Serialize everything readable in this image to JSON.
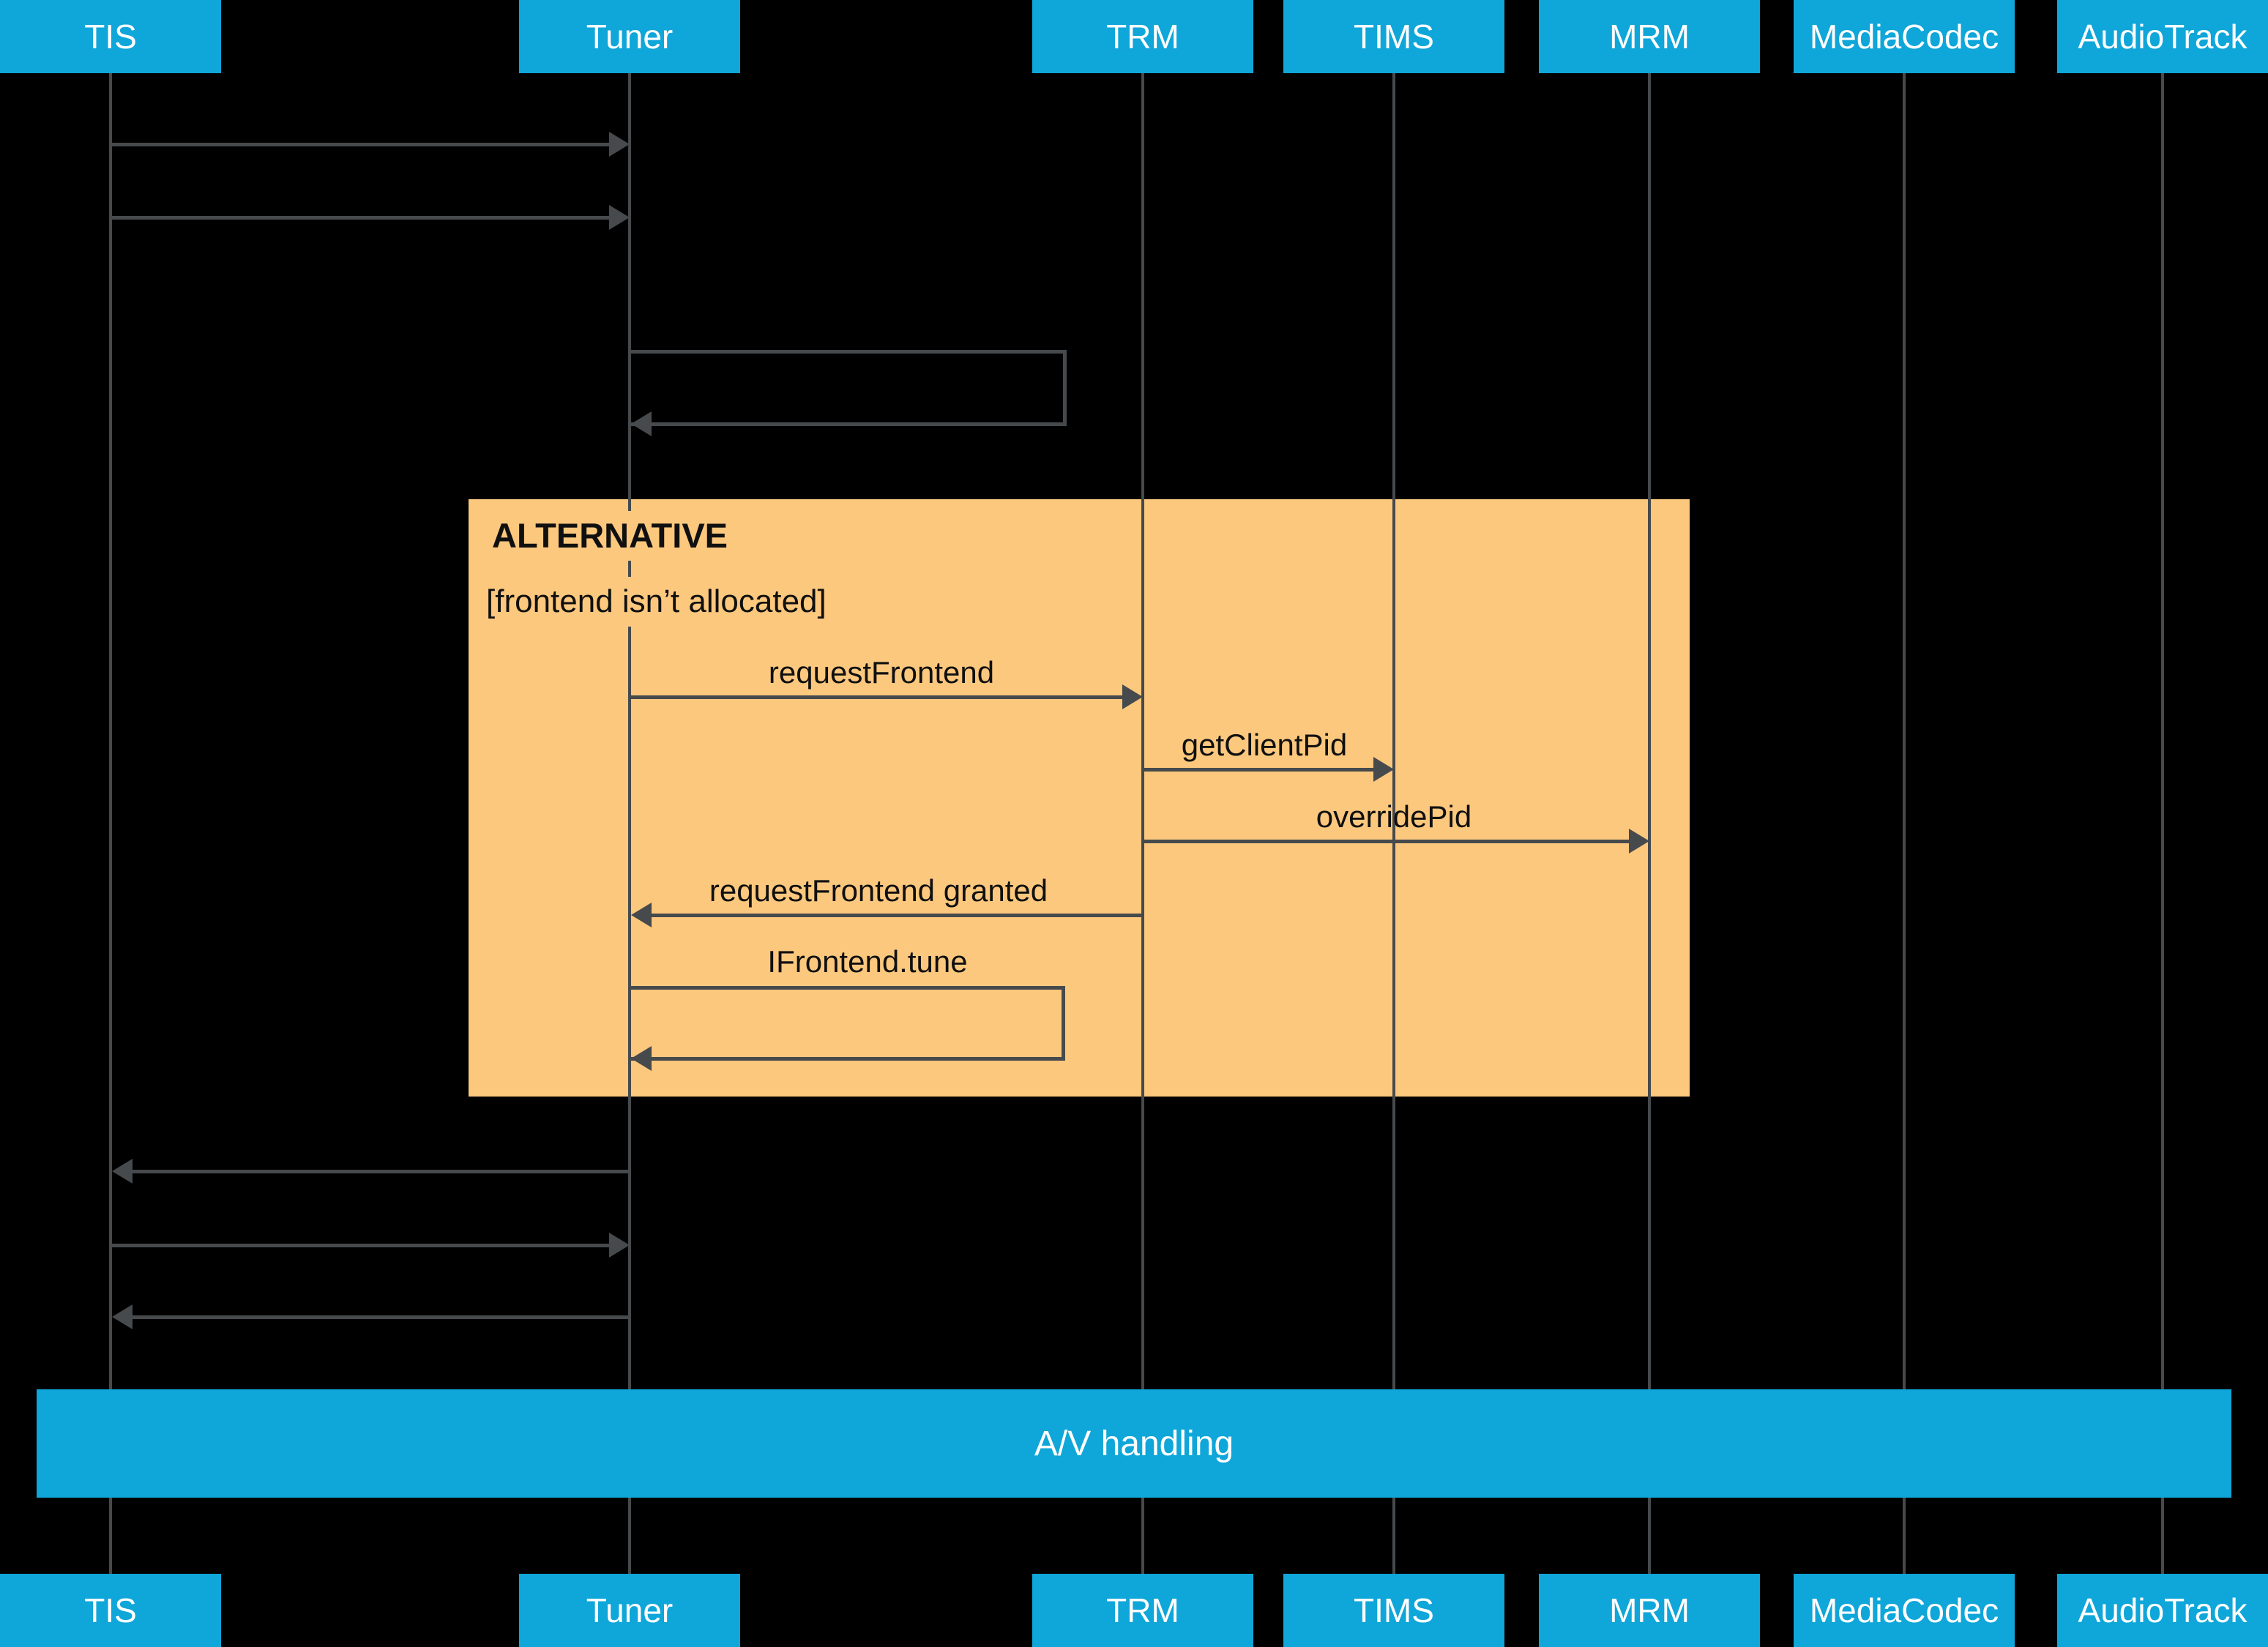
{
  "participants": [
    {
      "name": "TIS"
    },
    {
      "name": "Tuner"
    },
    {
      "name": "TRM"
    },
    {
      "name": "TIMS"
    },
    {
      "name": "MRM"
    },
    {
      "name": "MediaCodec"
    },
    {
      "name": "AudioTrack"
    }
  ],
  "fragment": {
    "operator": "ALTERNATIVE",
    "guard": "[frontend isn’t allocated]"
  },
  "messages": [
    {
      "from": "TIS",
      "to": "Tuner",
      "label": "",
      "kind": "arrow"
    },
    {
      "from": "TIS",
      "to": "Tuner",
      "label": "",
      "kind": "arrow"
    },
    {
      "from": "Tuner",
      "to": "Tuner",
      "label": "",
      "kind": "self"
    },
    {
      "from": "Tuner",
      "to": "TRM",
      "label": "requestFrontend",
      "kind": "arrow"
    },
    {
      "from": "TRM",
      "to": "TIMS",
      "label": "getClientPid",
      "kind": "arrow"
    },
    {
      "from": "TRM",
      "to": "MRM",
      "label": "overridePid",
      "kind": "arrow"
    },
    {
      "from": "TRM",
      "to": "Tuner",
      "label": "requestFrontend granted",
      "kind": "arrow"
    },
    {
      "from": "Tuner",
      "to": "Tuner",
      "label": "IFrontend.tune",
      "kind": "self"
    },
    {
      "from": "Tuner",
      "to": "TIS",
      "label": "",
      "kind": "arrow"
    },
    {
      "from": "TIS",
      "to": "Tuner",
      "label": "",
      "kind": "arrow"
    },
    {
      "from": "Tuner",
      "to": "TIS",
      "label": "",
      "kind": "arrow"
    }
  ],
  "band": {
    "label": "A/V handling"
  },
  "colors": {
    "background": "#000000",
    "participant_fill": "#0FA6D9",
    "participant_text": "#FFFFFF",
    "fragment_fill": "#FCC87E",
    "line": "#464A4C",
    "message_text": "#101010"
  }
}
